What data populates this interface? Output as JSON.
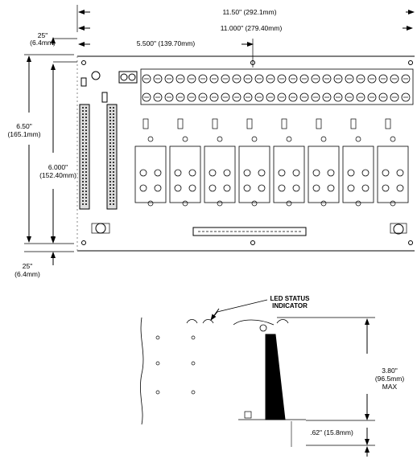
{
  "top_view": {
    "dimensions": {
      "overall_width": "11.50\" (292.1mm)",
      "hole_spacing": "11.000\" (279.40mm)",
      "center_offset": "5.500\" (139.70mm)",
      "left_edge_top": "25\"",
      "left_edge_top_mm": "(6.4mm)",
      "board_height": "6.50\"",
      "board_height_mm": "(165.1mm)",
      "hole_height": "6.000\"",
      "hole_height_mm": "(152.40mm)",
      "left_edge_bottom": "25\"",
      "left_edge_bottom_mm": "(6.4mm)"
    }
  },
  "side_view": {
    "led_label_line1": "LED STATUS",
    "led_label_line2": "INDICATOR",
    "max_height": "3.80\"",
    "max_height_mm": "(96.5mm)",
    "max_label": "MAX",
    "standoff": ".62\" (15.8mm)"
  }
}
